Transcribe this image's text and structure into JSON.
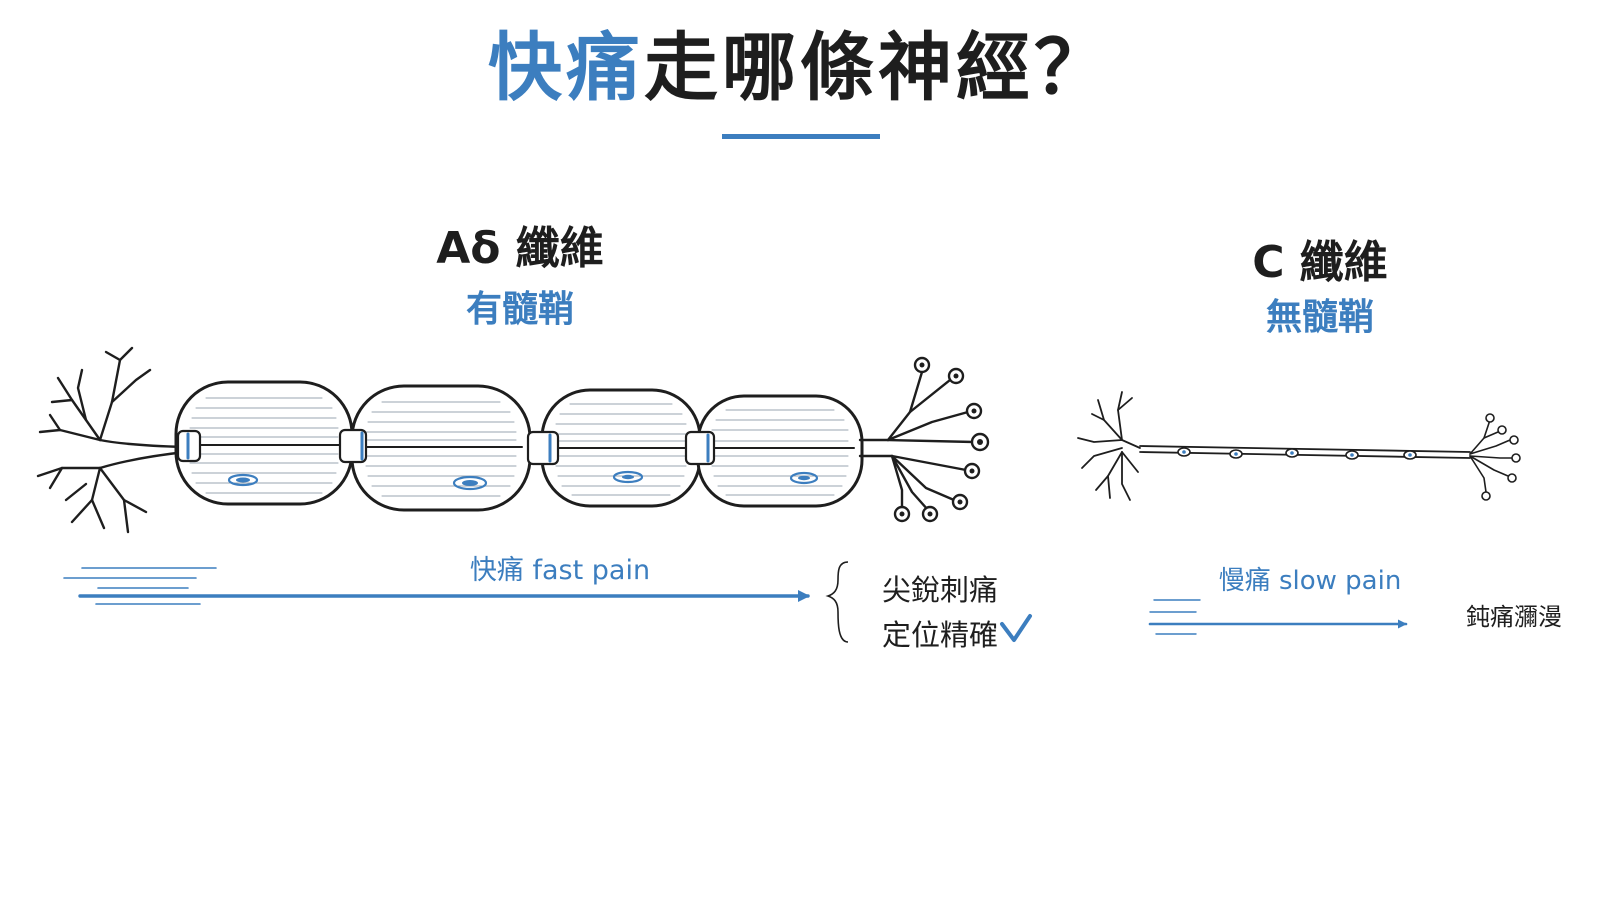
{
  "title": {
    "highlight": "快痛",
    "rest": "走哪條神經？"
  },
  "colors": {
    "accent": "#3c7ebf",
    "ink": "#1e1e1e"
  },
  "fibers": {
    "a_delta": {
      "name": "Aδ 纖維",
      "sheath": "有髓鞘",
      "pain_label": "快痛 fast pain",
      "descriptions": [
        "尖銳刺痛",
        "定位精確"
      ],
      "check_icon": "check-icon"
    },
    "c": {
      "name": "C 纖維",
      "sheath": "無髓鞘",
      "pain_label": "慢痛 slow pain",
      "description": "鈍痛瀰漫"
    }
  }
}
